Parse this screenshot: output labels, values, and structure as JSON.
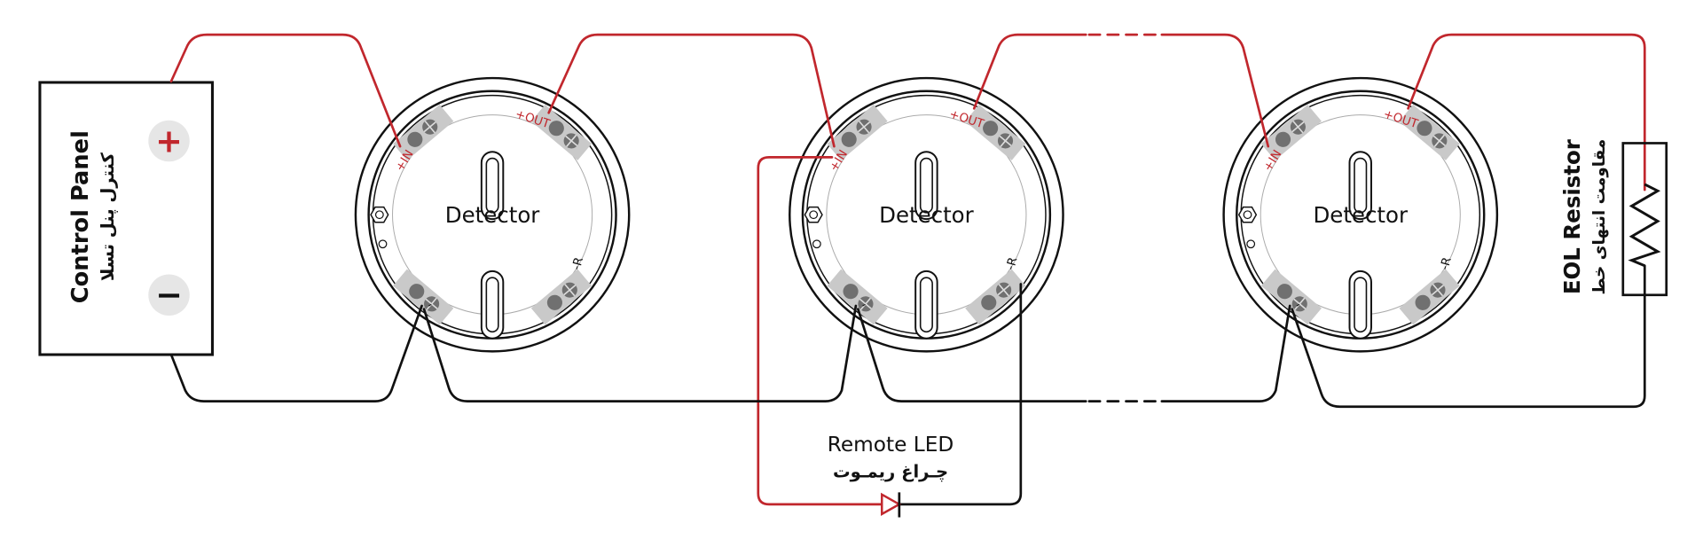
{
  "colors": {
    "red": "#c1272d",
    "black": "#111111",
    "terminal": "#c9c9c9",
    "screw": "#6f6f6f"
  },
  "control_panel": {
    "title": "Control Panel",
    "subtitle": "کنترل پنل تسلا",
    "plus": "+",
    "minus": "−"
  },
  "detectors": [
    {
      "label": "Detector",
      "in_label": "+IN",
      "out_label": "+OUT",
      "neg_label": "-",
      "r_label": "-R"
    },
    {
      "label": "Detector",
      "in_label": "+IN",
      "out_label": "+OUT",
      "neg_label": "-",
      "r_label": "-R"
    },
    {
      "label": "Detector",
      "in_label": "+IN",
      "out_label": "+OUT",
      "neg_label": "-",
      "r_label": "-R"
    }
  ],
  "remote_led": {
    "title": "Remote LED",
    "subtitle": "چـراغ ریمـوت"
  },
  "eol_resistor": {
    "title": "EOL Resistor",
    "subtitle": "مقاومت انتهای خط"
  }
}
